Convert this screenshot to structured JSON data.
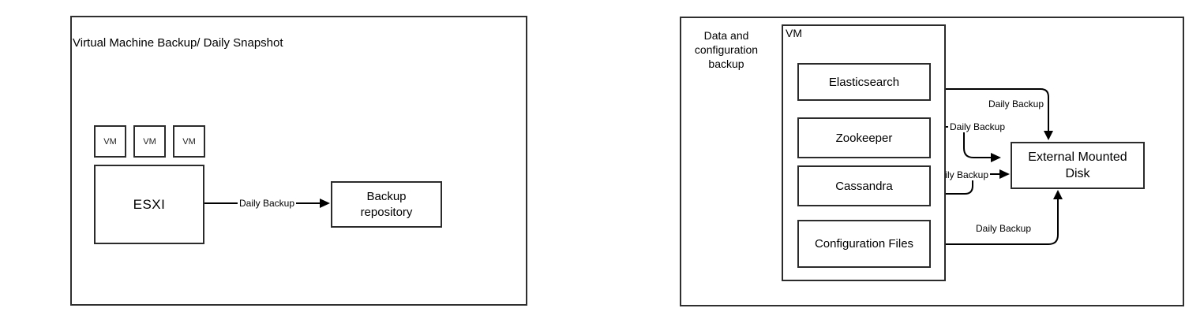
{
  "left_diagram": {
    "title": "Virtual Machine Backup/ Daily Snapshot",
    "vm_boxes": [
      {
        "label": "VM"
      },
      {
        "label": "VM"
      },
      {
        "label": "VM"
      }
    ],
    "esxi": {
      "label": "ESXI"
    },
    "backup_repository": {
      "label": "Backup repository"
    },
    "arrow": {
      "from": "ESXI",
      "to": "Backup repository",
      "label": "Daily Backup"
    }
  },
  "right_diagram": {
    "title": "Data and configuration backup",
    "vm_container": {
      "label": "VM"
    },
    "services": [
      {
        "label": "Elasticsearch"
      },
      {
        "label": "Zookeeper"
      },
      {
        "label": "Cassandra"
      },
      {
        "label": "Configuration Files"
      }
    ],
    "external_disk": {
      "label": "External Mounted Disk"
    },
    "arrows": [
      {
        "from": "Elasticsearch",
        "to": "External Mounted Disk",
        "label": "Daily Backup"
      },
      {
        "from": "Zookeeper",
        "to": "External Mounted Disk",
        "label": "Daily Backup"
      },
      {
        "from": "Cassandra",
        "to": "External Mounted Disk",
        "label": "Daily Backup"
      },
      {
        "from": "Configuration Files",
        "to": "External Mounted Disk",
        "label": "Daily Backup"
      }
    ]
  },
  "colors": {
    "background": "#ffffff",
    "box_border": "#2b2b2b",
    "line": "#000000",
    "text": "#000000"
  }
}
